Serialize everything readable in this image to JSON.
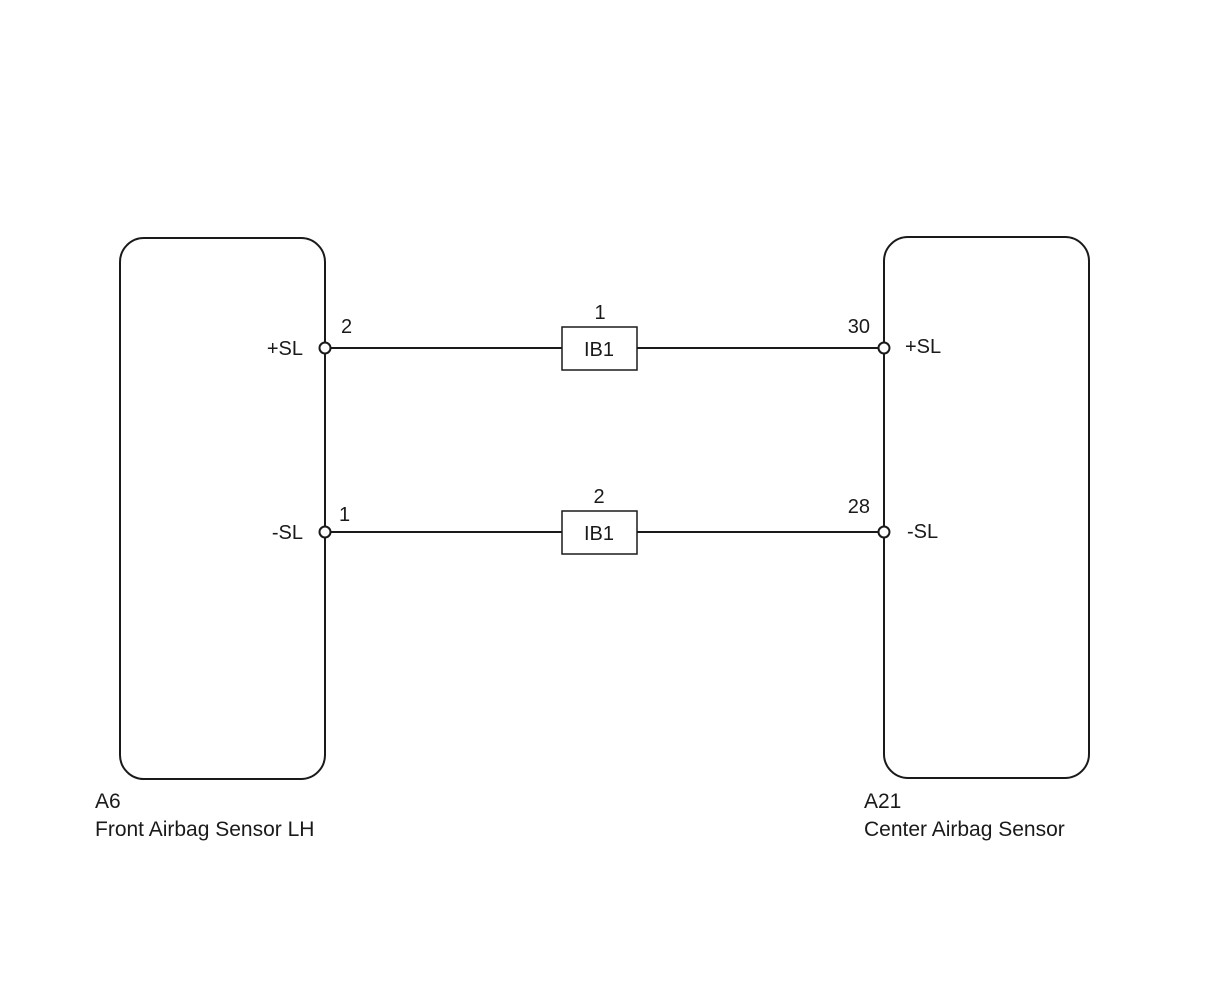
{
  "left_component": {
    "code": "A6",
    "name": "Front Airbag Sensor LH",
    "pins": [
      {
        "label": "+SL",
        "number": "2"
      },
      {
        "label": "-SL",
        "number": "1"
      }
    ]
  },
  "right_component": {
    "code": "A21",
    "name": "Center Airbag Sensor",
    "pins": [
      {
        "label": "+SL",
        "number": "30"
      },
      {
        "label": "-SL",
        "number": "28"
      }
    ]
  },
  "connectors": [
    {
      "label": "IB1",
      "pin": "1"
    },
    {
      "label": "IB1",
      "pin": "2"
    }
  ]
}
